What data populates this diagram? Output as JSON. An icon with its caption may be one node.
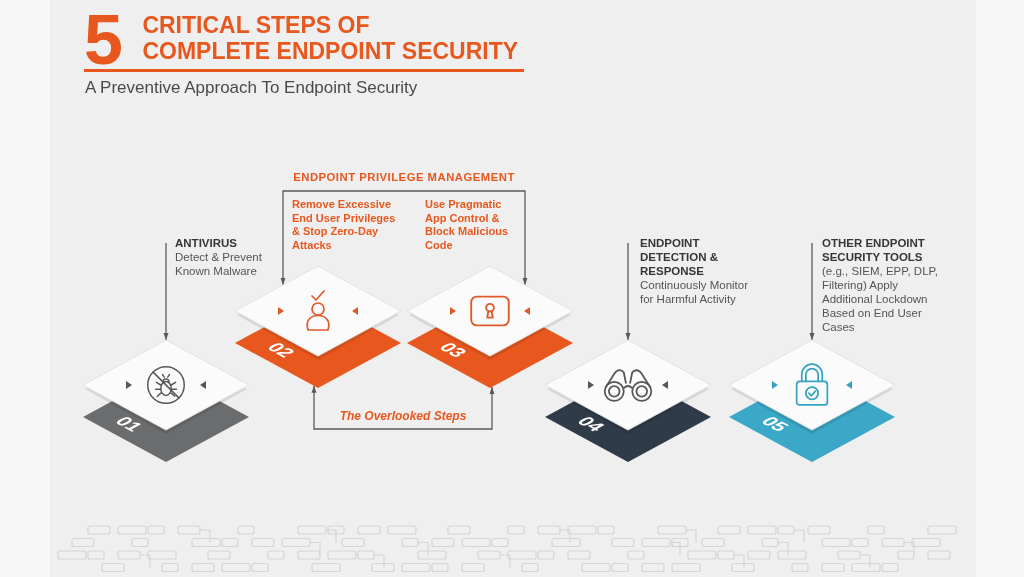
{
  "diagram": {
    "title": "5 CRITICAL STEPS OF COMPLETE ENDPOINT SECURITY",
    "nodes": [
      {
        "text": [
          "ANTIVIRUS",
          "Detect & Prevent Known Malware"
        ]
      },
      {
        "text": [
          "01"
        ]
      },
      {
        "text": [
          "ENDPOINT PRIVILEGE MANAGEMENT"
        ]
      },
      {
        "text": [
          "02"
        ],
        "beside": [
          "Remove Excessive End User Privileges & Stop Zero-Day Attacks"
        ]
      },
      {
        "text": [
          "03"
        ],
        "beside": [
          "Use Pragmatic App Control & Block Malicious Code"
        ]
      },
      {
        "text": [
          "The Overlooked Steps"
        ]
      },
      {
        "text": [
          "ENDPOINT DETECTION & RESPONSE",
          "Continuously Monitor for Harmful Activity"
        ]
      },
      {
        "text": [
          "04"
        ]
      },
      {
        "text": [
          "OTHER ENDPOINT SECURITY TOOLS",
          "(e.g., SIEM, EPP, DLP, Filtering) Apply Additional Lockdown Based on End User Cases"
        ]
      },
      {
        "text": [
          "05"
        ]
      }
    ],
    "edges": [
      {
        "from": 0,
        "to": 1,
        "arrow": "to"
      },
      {
        "from": 2,
        "to": 3,
        "arrow": "to"
      },
      {
        "from": 2,
        "to": 4,
        "arrow": "to"
      },
      {
        "from": 5,
        "to": 3,
        "arrow": "to"
      },
      {
        "from": 5,
        "to": 4,
        "arrow": "to"
      },
      {
        "from": 6,
        "to": 7,
        "arrow": "to"
      },
      {
        "from": 8,
        "to": 9,
        "arrow": "to"
      }
    ],
    "labels": [
      "A Preventive Approach To Endpoint Security"
    ]
  }
}
